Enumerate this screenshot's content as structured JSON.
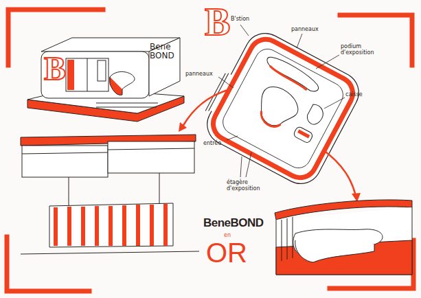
{
  "diagram": {
    "labels": [
      "B",
      "B'stion",
      "panneaux",
      "podium d'exposition",
      "caisse",
      "panneaux",
      "entrée",
      "étagère d'exposition",
      "B",
      "Bene BOND",
      "BeneBOND",
      "en",
      "OR"
    ]
  }
}
